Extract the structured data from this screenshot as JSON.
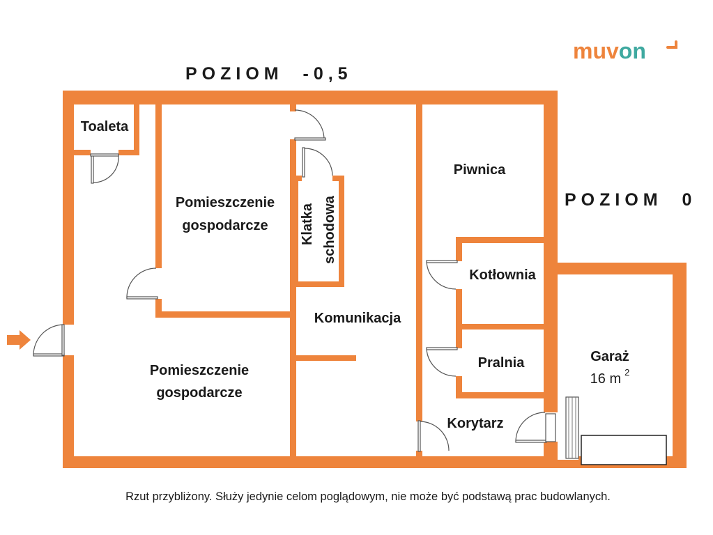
{
  "brand": {
    "name_part1": "muv",
    "name_part2": "on",
    "color_primary": "#EE843C",
    "color_secondary": "#3FA9A0"
  },
  "levels": {
    "lower": "POZIOM  -0,5",
    "upper": "POZIOM  0"
  },
  "rooms": {
    "toaleta": "Toaleta",
    "pom1_line1": "Pomieszczenie",
    "pom1_line2": "gospodarcze",
    "klatka_line1": "Klatka",
    "klatka_line2": "schodowa",
    "piwnica": "Piwnica",
    "kotlownia": "Kotłownia",
    "komunikacja": "Komunikacja",
    "pralnia": "Pralnia",
    "garaz": "Garaż",
    "garaz_area": "16 m",
    "garaz_area_sup": "2",
    "pom2_line1": "Pomieszczenie",
    "pom2_line2": "gospodarcze",
    "korytarz": "Korytarz"
  },
  "footer_note": "Rzut przybliżony. Służy jedynie celom poglądowym, nie może być podstawą prac budowlanych.",
  "colors": {
    "wall": "#EE843C",
    "text": "#1a1a1a"
  }
}
